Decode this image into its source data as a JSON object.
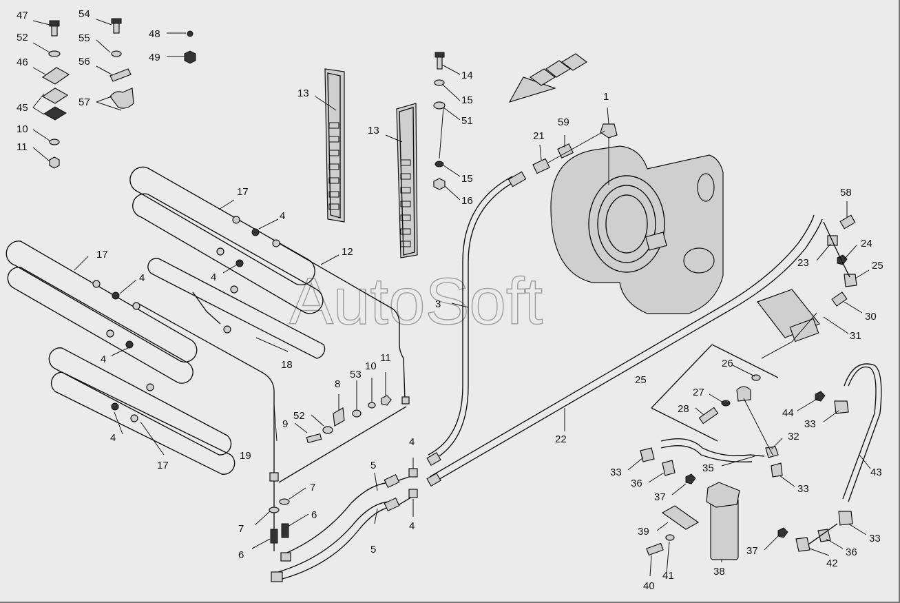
{
  "watermark": "AutoSoft",
  "callouts": {
    "c1": "1",
    "c3": "3",
    "c4a": "4",
    "c4b": "4",
    "c4c": "4",
    "c4d": "4",
    "c4e": "4",
    "c4f": "4",
    "c4g": "4",
    "c5a": "5",
    "c5b": "5",
    "c6a": "6",
    "c6b": "6",
    "c7a": "7",
    "c7b": "7",
    "c8": "8",
    "c9": "9",
    "c10a": "10",
    "c10b": "10",
    "c11a": "11",
    "c11b": "11",
    "c12": "12",
    "c13a": "13",
    "c13b": "13",
    "c14": "14",
    "c15a": "15",
    "c15b": "15",
    "c16": "16",
    "c17a": "17",
    "c17b": "17",
    "c17c": "17",
    "c18": "18",
    "c19": "19",
    "c21": "21",
    "c22": "22",
    "c23": "23",
    "c24": "24",
    "c25a": "25",
    "c25b": "25",
    "c26": "26",
    "c27": "27",
    "c28": "28",
    "c30": "30",
    "c31": "31",
    "c32": "32",
    "c33a": "33",
    "c33b": "33",
    "c33c": "33",
    "c33d": "33",
    "c35": "35",
    "c36a": "36",
    "c36b": "36",
    "c37a": "37",
    "c37b": "37",
    "c38": "38",
    "c39": "39",
    "c40": "40",
    "c41": "41",
    "c42": "42",
    "c43": "43",
    "c44": "44",
    "c45": "45",
    "c46": "46",
    "c47": "47",
    "c48": "48",
    "c49": "49",
    "c51": "51",
    "c52a": "52",
    "c52b": "52",
    "c53": "53",
    "c54": "54",
    "c55": "55",
    "c56": "56",
    "c57": "57",
    "c58": "58",
    "c59": "59"
  },
  "colors": {
    "background": "#ebebeb",
    "ink": "#111111",
    "watermark": "#9a9a9a"
  }
}
